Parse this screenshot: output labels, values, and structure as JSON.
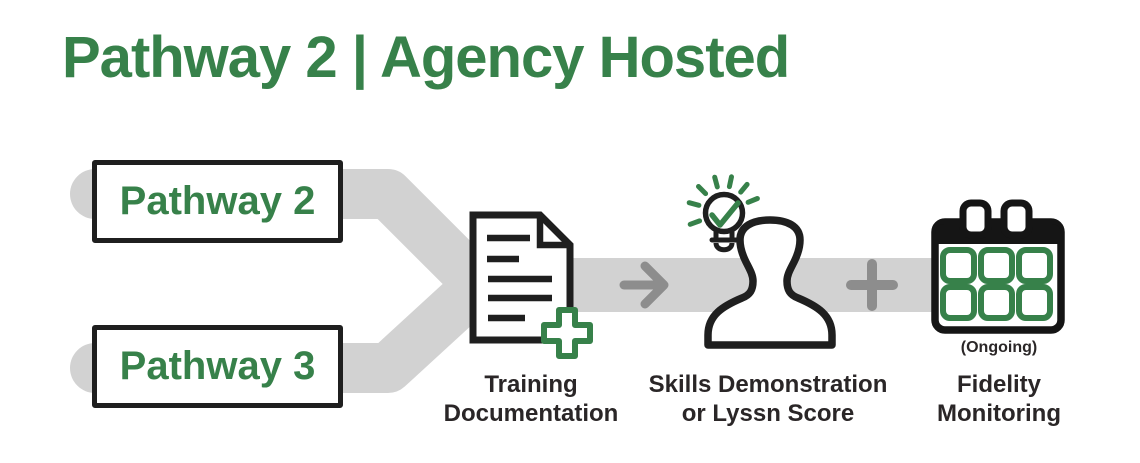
{
  "title": "Pathway 2 | Agency Hosted",
  "pathways": [
    {
      "label": "Pathway 2"
    },
    {
      "label": "Pathway 3"
    }
  ],
  "steps": [
    {
      "icon": "document-plus-icon",
      "lines": [
        "Training",
        "Documentation"
      ]
    },
    {
      "icon": "person-with-lightbulb-check-icon",
      "lines": [
        "Skills Demonstration",
        "or Lyssn Score"
      ]
    },
    {
      "icon": "calendar-icon",
      "note": "(Ongoing)",
      "lines": [
        "Fidelity",
        "Monitoring"
      ]
    }
  ],
  "connectors": {
    "merge": "y-merge-path",
    "between_step1_step2": "arrow-right-icon",
    "between_step2_step3": "plus-icon"
  },
  "colors": {
    "accent_green": "#37814A",
    "path_gray": "#D2D2D2",
    "connector_gray": "#8D8D8D",
    "outline_black": "#1F1F1F",
    "label_dark": "#2A2627"
  }
}
